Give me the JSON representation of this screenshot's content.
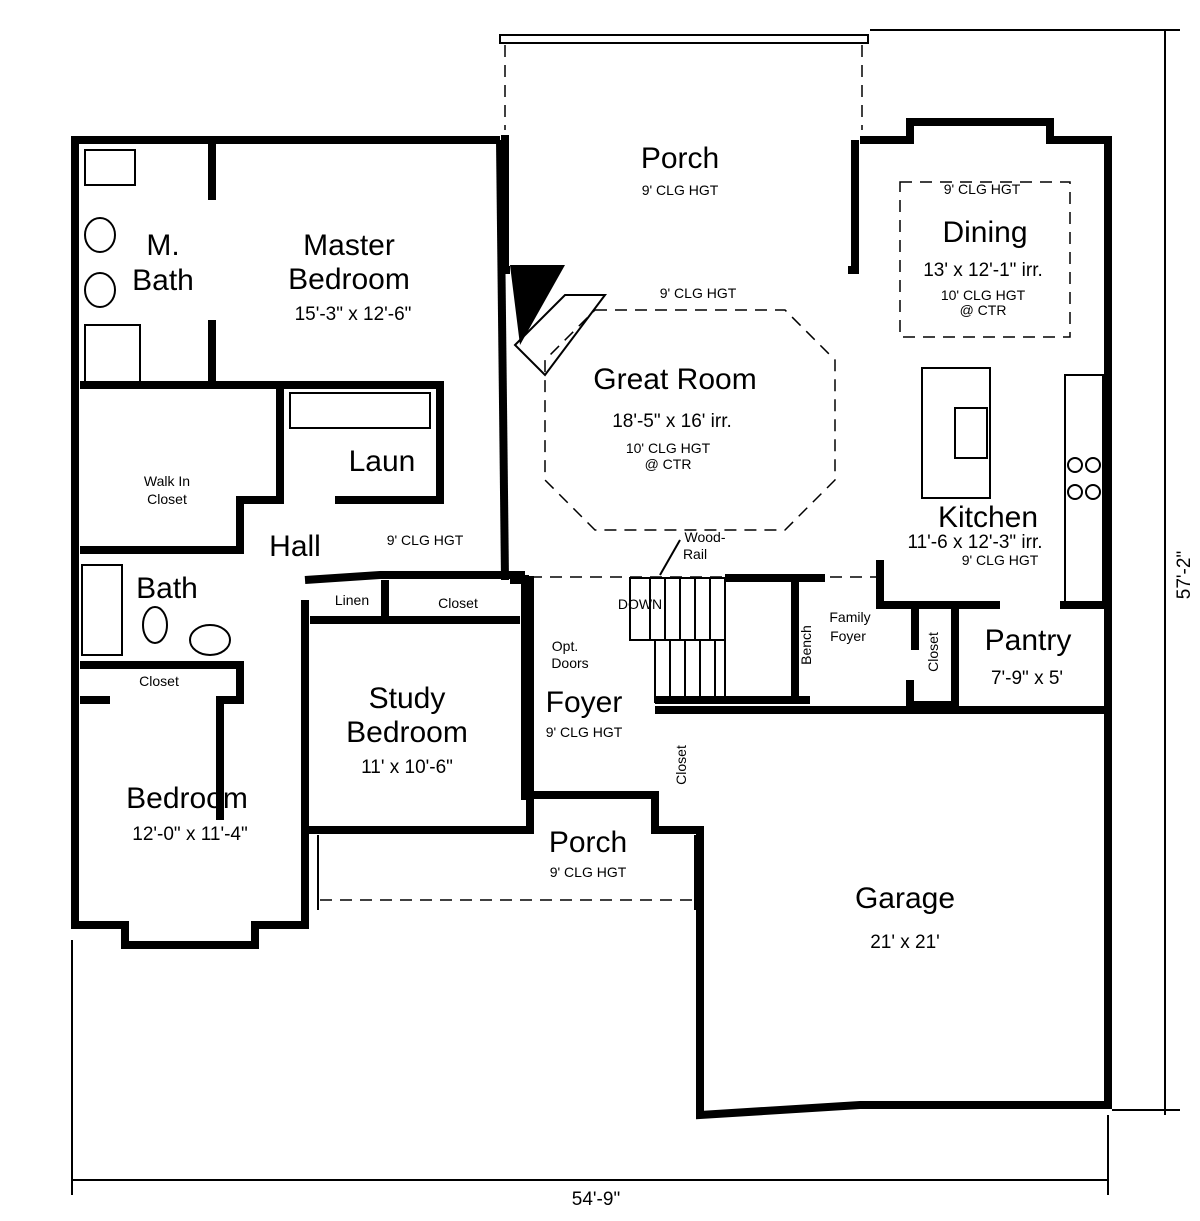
{
  "rooms": {
    "porch_rear": {
      "name": "Porch",
      "ceiling": "9' CLG HGT"
    },
    "dining": {
      "name": "Dining",
      "size": "13' x 12'-1\" irr.",
      "ceiling_top": "9' CLG HGT",
      "ceiling": "10' CLG HGT",
      "ceiling_note": "@ CTR"
    },
    "master_bath": {
      "name_line1": "M.",
      "name_line2": "Bath"
    },
    "master_bedroom": {
      "name_line1": "Master",
      "name_line2": "Bedroom",
      "size": "15'-3\" x 12'-6\""
    },
    "great_room": {
      "name": "Great Room",
      "size": "18'-5\" x 16' irr.",
      "ceiling_top": "9' CLG HGT",
      "ceiling": "10' CLG HGT",
      "ceiling_note": "@ CTR"
    },
    "laundry": {
      "name": "Laun"
    },
    "walk_in_closet": {
      "line1": "Walk In",
      "line2": "Closet"
    },
    "hall": {
      "name": "Hall",
      "ceiling": "9' CLG HGT"
    },
    "kitchen": {
      "name": "Kitchen",
      "size": "11'-6 x 12'-3\" irr.",
      "ceiling": "9' CLG HGT"
    },
    "bath": {
      "name": "Bath"
    },
    "linen": {
      "name": "Linen"
    },
    "study_closet": {
      "name": "Closet"
    },
    "stairs": {
      "rail_line1": "Wood-",
      "rail_line2": "Rail",
      "down": "DOWN"
    },
    "opt_doors": {
      "line1": "Opt.",
      "line2": "Doors"
    },
    "bench": {
      "name": "Bench"
    },
    "family_foyer": {
      "line1": "Family",
      "line2": "Foyer"
    },
    "family_closet": {
      "name": "Closet"
    },
    "pantry": {
      "name": "Pantry",
      "size": "7'-9\" x 5'"
    },
    "bedroom_closet": {
      "name": "Closet"
    },
    "study_bedroom": {
      "name_line1": "Study",
      "name_line2": "Bedroom",
      "size": "11' x 10'-6\""
    },
    "foyer": {
      "name": "Foyer",
      "ceiling": "9' CLG HGT"
    },
    "foyer_closet": {
      "name": "Closet"
    },
    "bedroom": {
      "name": "Bedroom",
      "size": "12'-0\" x 11'-4\""
    },
    "porch_front": {
      "name": "Porch",
      "ceiling": "9' CLG HGT"
    },
    "garage": {
      "name": "Garage",
      "size": "21' x 21'"
    }
  },
  "dimensions": {
    "width": "54'-9\"",
    "depth": "57'-2\""
  }
}
